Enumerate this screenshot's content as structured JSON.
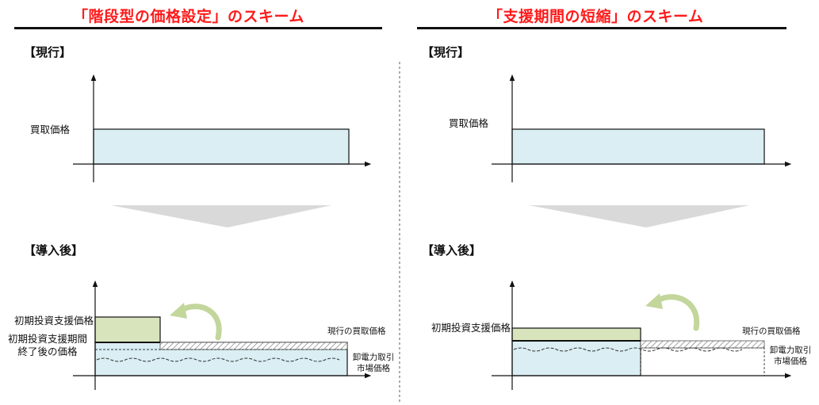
{
  "left": {
    "title": "「階段型の価格設定」のスキーム",
    "current_heading": "【現行】",
    "current_price_label": "買取価格",
    "after_heading": "【導入後】",
    "initial_support_price_label": "初期投資支援価格",
    "post_support_price_label_line1": "初期投資支援期間",
    "post_support_price_label_line2": "終了後の価格",
    "current_purchase_price_label": "現行の買取価格",
    "market_price_label_line1": "卸電力取引",
    "market_price_label_line2": "市場価格"
  },
  "right": {
    "title": "「支援期間の短縮」のスキーム",
    "current_heading": "【現行】",
    "current_price_label": "買取価格",
    "after_heading": "【導入後】",
    "initial_support_price_label": "初期投資支援価格",
    "current_purchase_price_label": "現行の買取価格",
    "market_price_label_line1": "卸電力取引",
    "market_price_label_line2": "市場価格"
  },
  "colors": {
    "title": "#ff1a1a",
    "light_blue_fill": "#daeef3",
    "light_green_fill": "#d7e4bc",
    "arrow_gray": "#d9d9d9",
    "curved_arrow": "#c3d69b"
  }
}
